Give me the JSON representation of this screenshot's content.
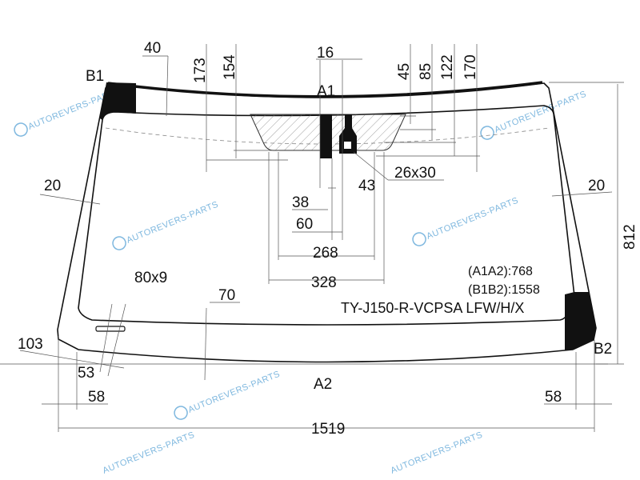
{
  "drawing": {
    "part_code": "TY-J150-R-VCPSA LFW/H/X",
    "a1a2": "(A1A2):768",
    "b1b2": "(B1B2):1558",
    "points": {
      "a1": "A1",
      "a2": "A2",
      "b1": "B1",
      "b2": "B2"
    },
    "dimensions": {
      "top_40": "40",
      "top_173": "173",
      "top_154": "154",
      "top_16": "16",
      "top_45": "45",
      "top_85": "85",
      "top_122": "122",
      "top_170": "170",
      "sensor_26x30": "26x30",
      "d43": "43",
      "d38": "38",
      "d60": "60",
      "d268": "268",
      "d328": "328",
      "left_20": "20",
      "right_20": "20",
      "height_812": "812",
      "vin_80x9": "80x9",
      "d70": "70",
      "d103": "103",
      "d53": "53",
      "left_58": "58",
      "right_58": "58",
      "width_1519": "1519"
    },
    "watermark": "AUTOREVERS-PARTS",
    "colors": {
      "line": "#111111",
      "watermark": "#7fb8df"
    }
  }
}
